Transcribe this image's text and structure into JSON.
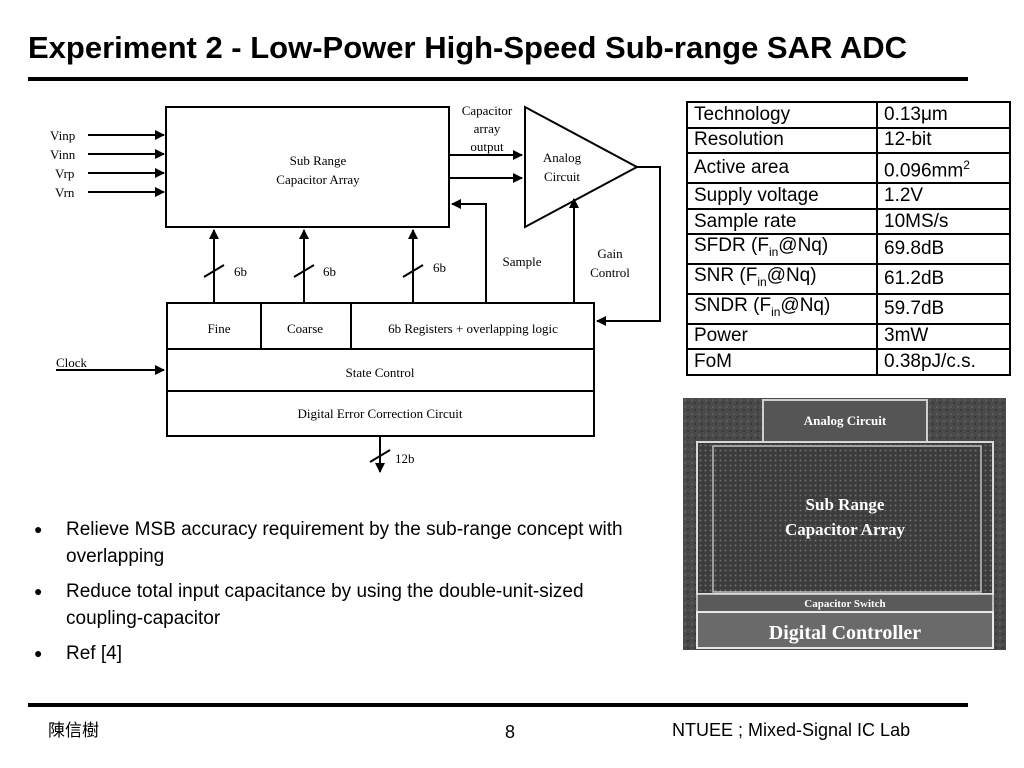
{
  "slide": {
    "title": "Experiment 2 - Low-Power High-Speed Sub-range SAR ADC",
    "footer_author": "陳信樹",
    "page_number": "8",
    "footer_lab": "NTUEE ; Mixed-Signal IC Lab"
  },
  "diagram": {
    "inputs": [
      "Vinp",
      "Vinn",
      "Vrp",
      "Vrn"
    ],
    "sub_range_block": [
      "Sub Range",
      "Capacitor Array"
    ],
    "capacitor_output_label": [
      "Capacitor",
      "array",
      "output"
    ],
    "analog_block": [
      "Analog",
      "Circuit"
    ],
    "bus_labels": [
      "6b",
      "6b",
      "6b"
    ],
    "sample_label": "Sample",
    "gain_control_label": [
      "Gain",
      "Control"
    ],
    "fine_block": "Fine",
    "coarse_block": "Coarse",
    "registers_block": "6b Registers + overlapping logic",
    "clock_label": "Clock",
    "state_control_block": "State Control",
    "error_correction_block": "Digital Error Correction Circuit",
    "output_label": "12b"
  },
  "specs": [
    {
      "key": "Technology",
      "value": "0.13μm"
    },
    {
      "key": "Resolution",
      "value": "12-bit"
    },
    {
      "key": "Active area",
      "value": "0.096mm",
      "value_sup": "2"
    },
    {
      "key": "Supply voltage",
      "value": "1.2V"
    },
    {
      "key": "Sample rate",
      "value": "10MS/s"
    },
    {
      "key": "SFDR (F",
      "key_sub": "in",
      "key_tail": "@Nq)",
      "value": "69.8dB"
    },
    {
      "key": "SNR (F",
      "key_sub": "in",
      "key_tail": "@Nq)",
      "value": "61.2dB"
    },
    {
      "key": "SNDR (F",
      "key_sub": "in",
      "key_tail": "@Nq)",
      "value": "59.7dB"
    },
    {
      "key": "Power",
      "value": "3mW"
    },
    {
      "key": "FoM",
      "value": "0.38pJ/c.s."
    }
  ],
  "die_photo": {
    "analog_label": "Analog Circuit",
    "array_label": [
      "Sub Range",
      "Capacitor Array"
    ],
    "switch_label": "Capacitor Switch",
    "controller_label": "Digital Controller"
  },
  "bullets": [
    "Relieve MSB accuracy requirement by the sub-range concept with overlapping",
    "Reduce total input capacitance by using the double-unit-sized coupling-capacitor",
    "Ref [4]"
  ],
  "bullet_symbol": "●"
}
